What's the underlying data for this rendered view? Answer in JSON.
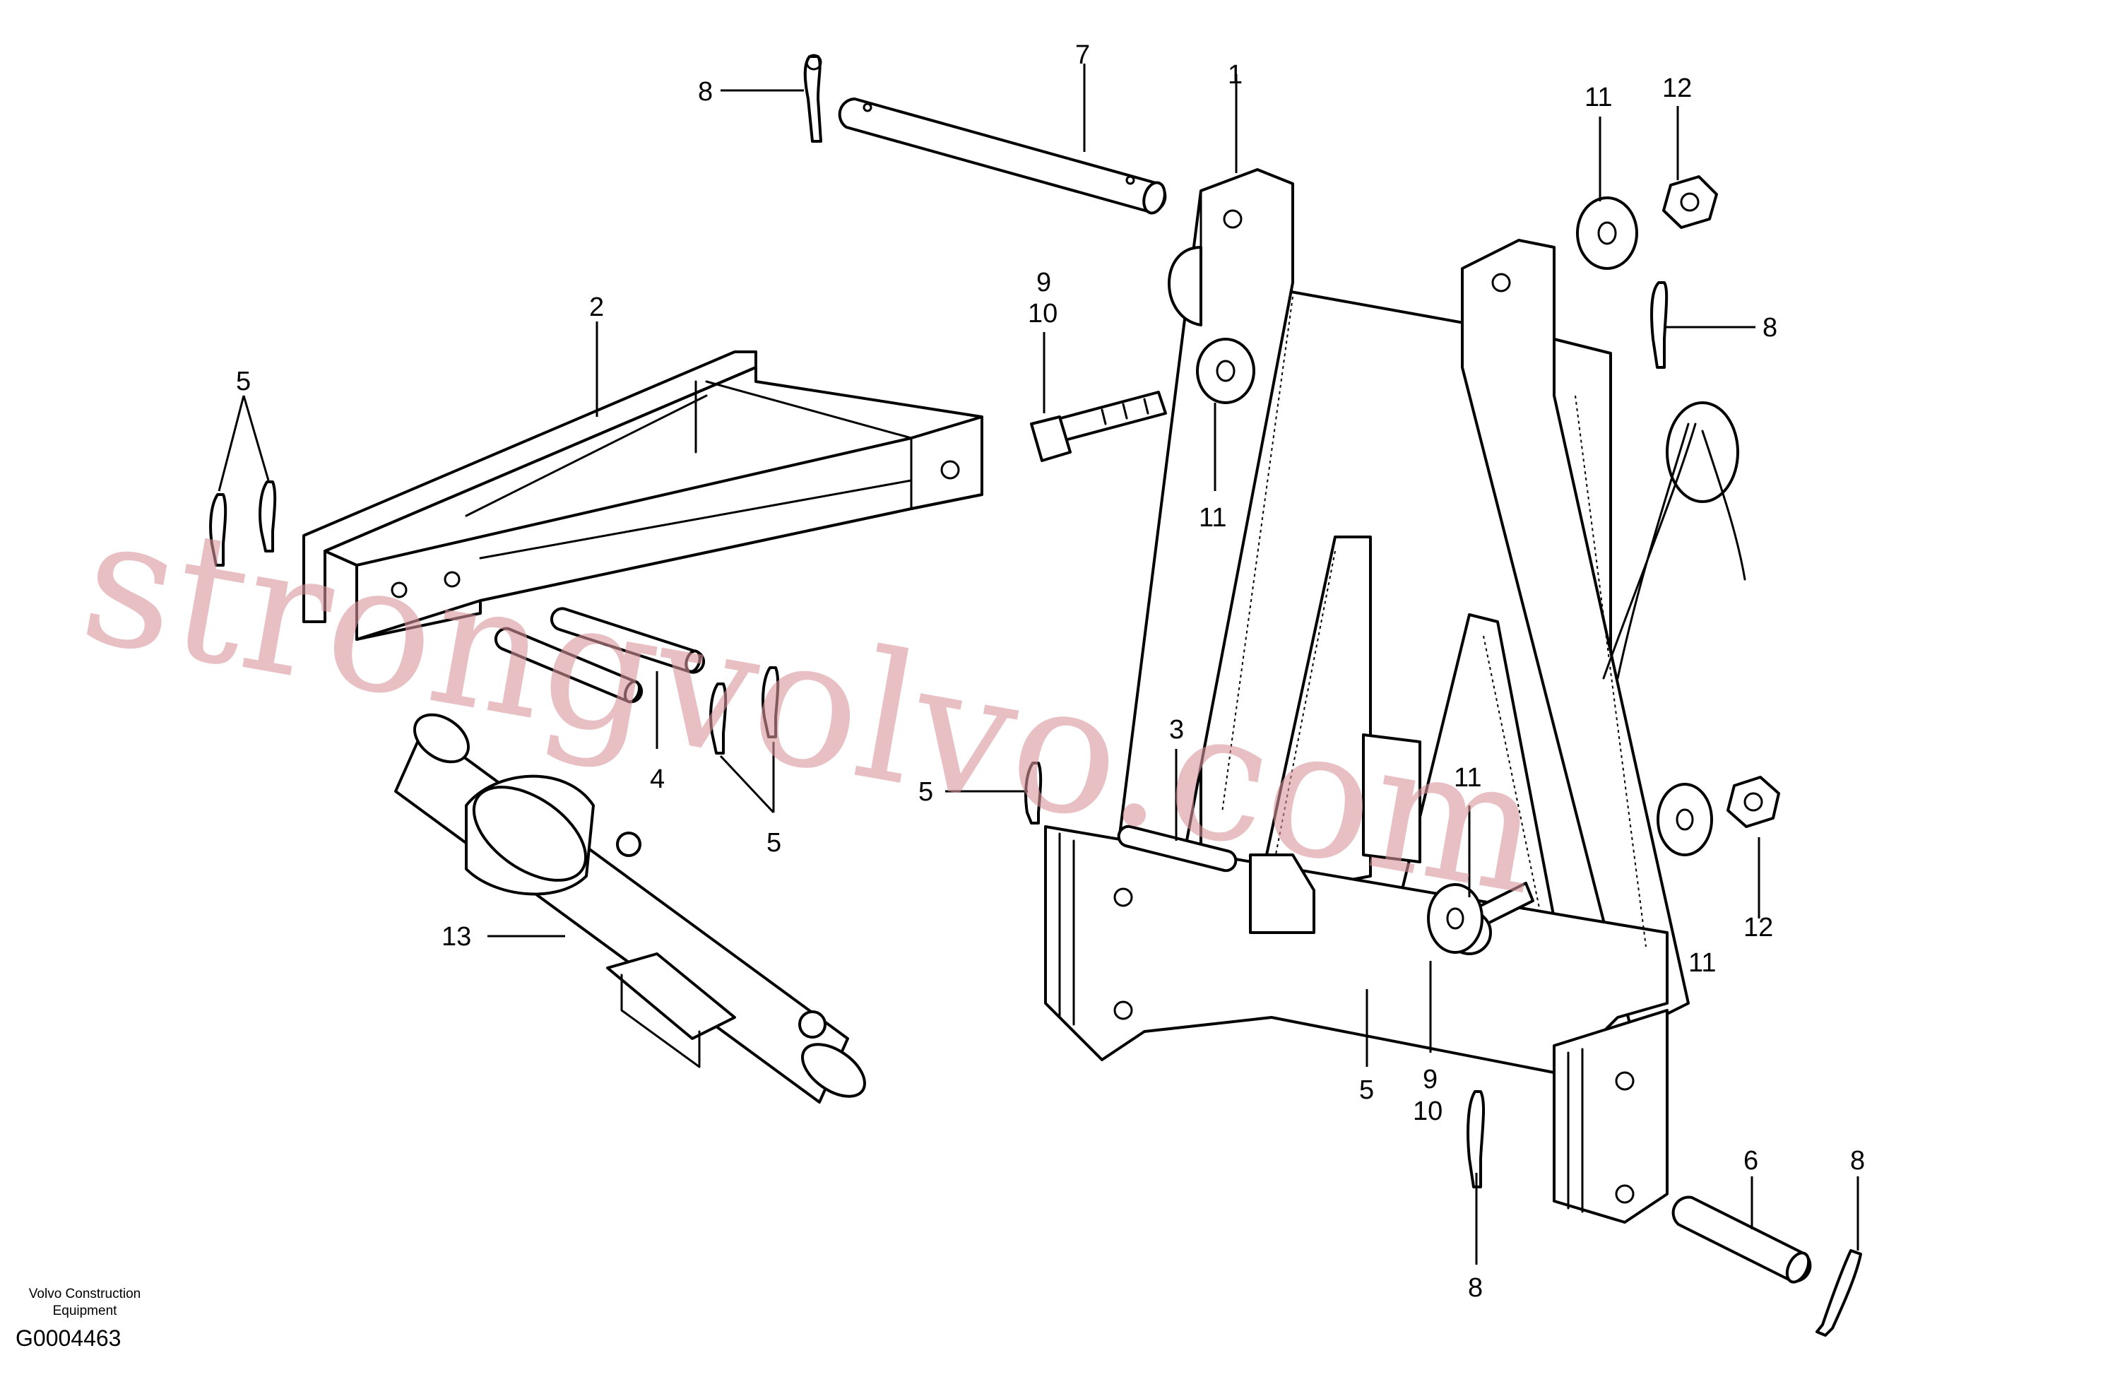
{
  "diagram": {
    "callouts": {
      "c1": "1",
      "c2": "2",
      "c3": "3",
      "c4": "4",
      "c5a": "5",
      "c5b": "5",
      "c5c": "5",
      "c5d": "5",
      "c6": "6",
      "c7": "7",
      "c8a": "8",
      "c8b": "8",
      "c8c": "8",
      "c8d": "8",
      "c9a": "9",
      "c10a": "10",
      "c9b": "9",
      "c10b": "10",
      "c11a": "11",
      "c11b": "11",
      "c11c": "11",
      "c11d": "11",
      "c12a": "12",
      "c12b": "12",
      "c13": "13"
    },
    "footer": {
      "brand_line1": "Volvo Construction",
      "brand_line2": "Equipment",
      "drawing_id": "G0004463"
    },
    "watermark": "strongvolvo.com"
  }
}
